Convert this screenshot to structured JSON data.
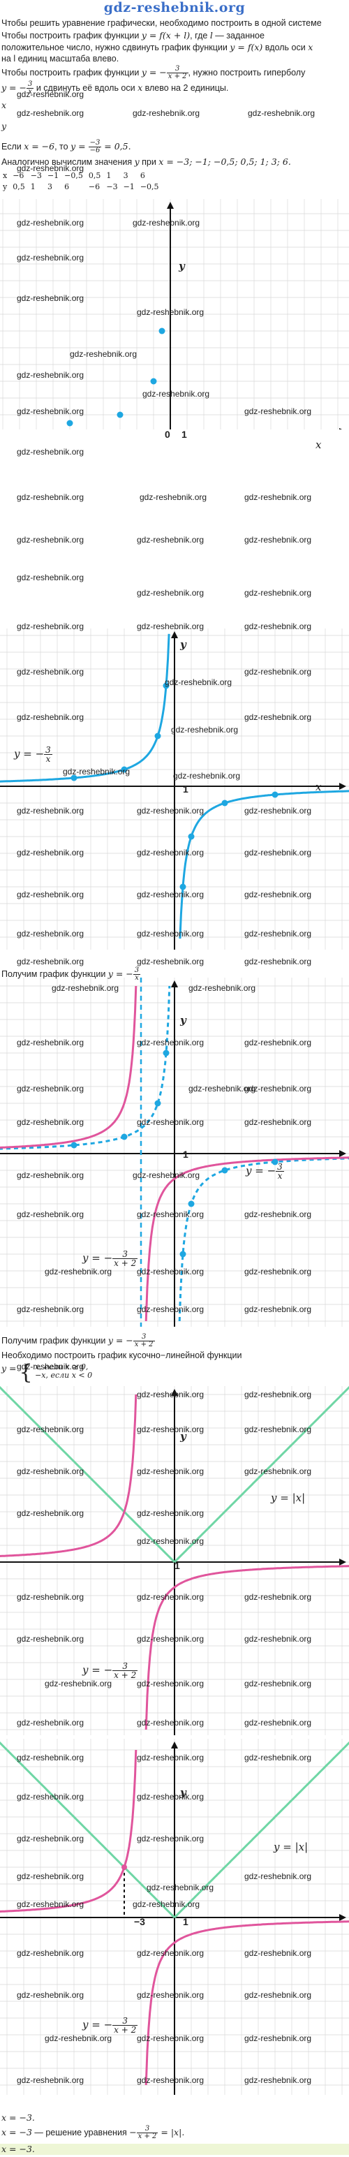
{
  "banner": "gdz-reshebnik.org",
  "watermark": "gdz-reshebnik.org",
  "intro": {
    "line1": "Чтобы решить уравнение графически, необходимо построить в одной системе",
    "line2a": "Чтобы построить график функции ",
    "line2m": "y = f(x + l)",
    "line2b": ", где ",
    "line2l": "l",
    "line2c": " — заданное",
    "line3a": "положительное число, нужно сдвинуть график функции ",
    "line3m": "y = f(x)",
    "line3b": " вдоль оси ",
    "line3x": "x",
    "line4": "на l единиц масштаба влево.",
    "line5a": "Чтобы построить график функции ",
    "line5m": "y = −",
    "line5num": "3",
    "line5den": "x + 2",
    "line5b": ", нужно построить гиперболу",
    "line6m": "y = −",
    "line6num": "3",
    "line6den": "x",
    "line6b": " и сдвинуть её вдоль оси ",
    "line6x": "x",
    "line6c": " влево на 2 единицы.",
    "row_x": "x",
    "row_y": "y",
    "line7a": "Если ",
    "line7m": "x = −6",
    "line7b": ", то ",
    "line7m2": "y = ",
    "line7num": "−3",
    "line7den": "−6",
    "line7c": " = 0,5.",
    "line8a": "Аналогично вычислим значения ",
    "line8y": "y",
    "line8b": " при ",
    "line8m": "x = −3; −1; −0,5; 0,5; 1; 3; 6.",
    "table_x": [
      "x",
      "−6",
      "−3",
      "−1",
      "−0,5",
      "0,5",
      "1",
      "3",
      "6"
    ],
    "table_y": [
      "y",
      "0,5",
      "1",
      "3",
      "6",
      "−6",
      "−3",
      "−1",
      "−0,5"
    ]
  },
  "graph1": {
    "axis_x": "x",
    "axis_y": "y",
    "origin": "0",
    "one": "1"
  },
  "graph2": {
    "axis_x": "x",
    "axis_y": "y",
    "one": "1",
    "label_y": "y = −",
    "label_num": "3",
    "label_den": "x"
  },
  "text2": {
    "a": "Получим график функции ",
    "m": "y = −",
    "num": "3",
    "den": "x"
  },
  "graph3": {
    "axis_y": "y",
    "one": "1",
    "label1": "y = −",
    "label1_num": "3",
    "label1_den": "x",
    "label2": "y = −",
    "label2_num": "3",
    "label2_den": "x + 2"
  },
  "text3": {
    "a": "Получим график функции ",
    "m": "y = −",
    "num": "3",
    "den": "x + 2",
    "b": "Необходимо построить график кусочно−линейной функции",
    "piece_y": "y = ",
    "case1": "x, если x ≥ 0,",
    "case2": "−x, если x < 0"
  },
  "graph4": {
    "axis_y": "y",
    "one": "1",
    "label_abs": "y = |x|",
    "label_h": "y = −",
    "label_h_num": "3",
    "label_h_den": "x + 2"
  },
  "graph5": {
    "axis_y": "y",
    "one": "1",
    "minus3": "−3",
    "label_abs": "y = |x|",
    "label_h": "y = −",
    "label_h_num": "3",
    "label_h_den": "x + 2"
  },
  "conclusion": {
    "l1": "x = −3.",
    "l2a": "x = −3",
    "l2b": " — решение уравнения ",
    "l2m": "−",
    "l2num": "3",
    "l2den": "x + 2",
    "l2c": " = |x|.",
    "l3": "x = −3."
  },
  "colors": {
    "axis": "#111111",
    "grid": "#d9d9d9",
    "point": "#1ea7e1",
    "hyperbola": "#1ea7e1",
    "shifted": "#e0559c",
    "abs": "#6fd6a5",
    "banner": "#3a6ec8"
  }
}
